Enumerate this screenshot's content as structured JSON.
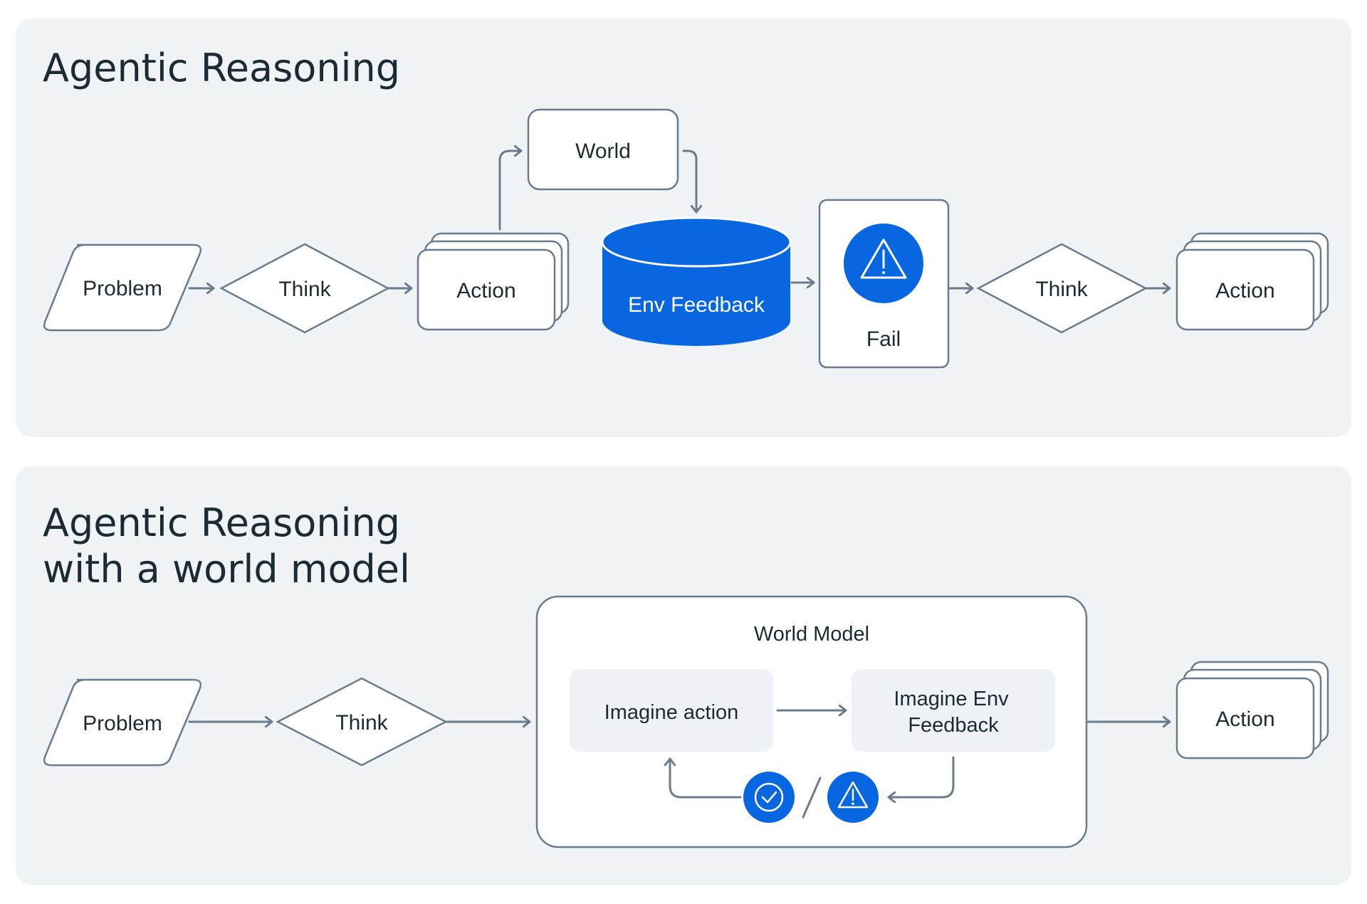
{
  "colors": {
    "panel_bg": "#eff3f6",
    "stroke": "#6b7b8c",
    "accent_blue": "#0866e0",
    "text": "#1c2b33"
  },
  "top_panel": {
    "title": "Agentic Reasoning",
    "nodes": {
      "problem": "Problem",
      "think_1": "Think",
      "action_1": "Action",
      "world": "World",
      "env_feedback": "Env Feedback",
      "fail": "Fail",
      "think_2": "Think",
      "action_2": "Action"
    },
    "icons": {
      "fail_icon": "warning-triangle-icon"
    }
  },
  "bottom_panel": {
    "title_line1": "Agentic Reasoning",
    "title_line2": "with a world model",
    "nodes": {
      "problem": "Problem",
      "think": "Think",
      "world_model": "World Model",
      "imagine_action": "Imagine action",
      "imagine_env_line1": "Imagine Env",
      "imagine_env_line2": "Feedback",
      "action": "Action"
    },
    "icons": {
      "success": "check-circle-icon",
      "failure": "warning-triangle-icon"
    },
    "separator": "/"
  }
}
